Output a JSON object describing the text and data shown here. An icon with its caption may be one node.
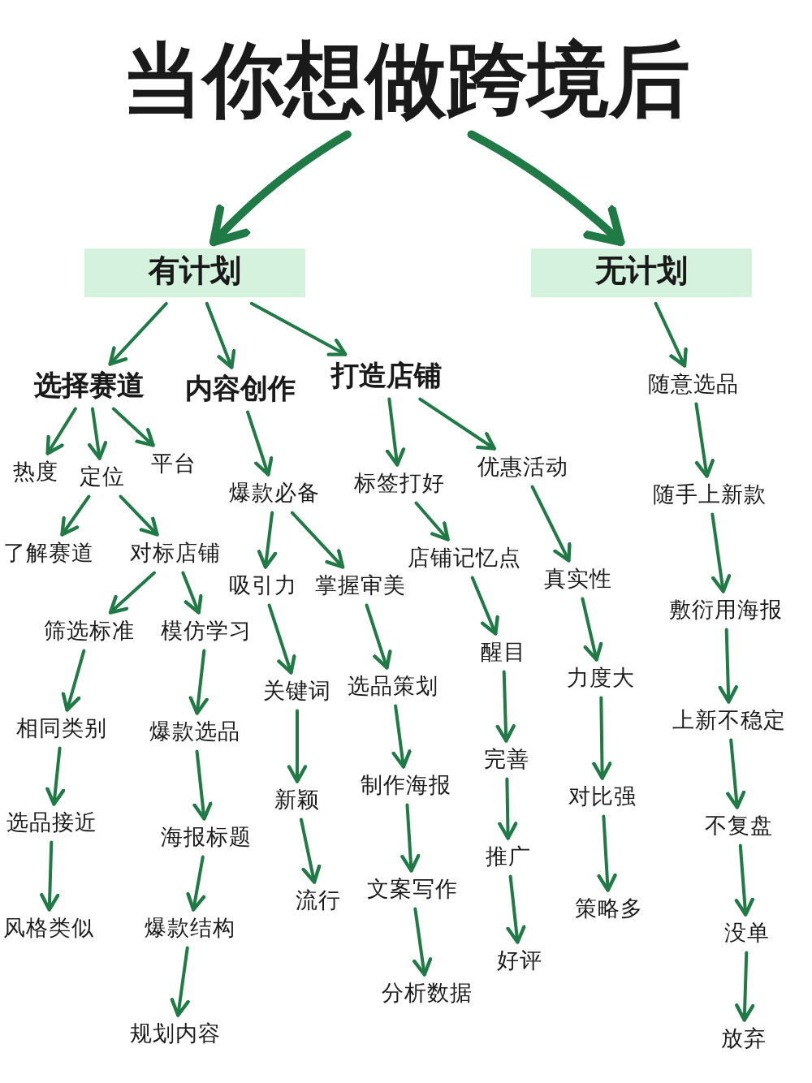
{
  "diagram": {
    "nodes": [
      {
        "text": [
          "当你想做跨境后"
        ]
      },
      {
        "text": [
          "有计划"
        ]
      },
      {
        "text": [
          "无计划"
        ]
      },
      {
        "text": [
          "选择赛道"
        ]
      },
      {
        "text": [
          "内容创作"
        ]
      },
      {
        "text": [
          "打造店铺"
        ]
      },
      {
        "text": [
          "热度"
        ]
      },
      {
        "text": [
          "定位"
        ]
      },
      {
        "text": [
          "平台"
        ]
      },
      {
        "text": [
          "爆款必备"
        ]
      },
      {
        "text": [
          "标签打好"
        ]
      },
      {
        "text": [
          "优惠活动"
        ]
      },
      {
        "text": [
          "了解赛道"
        ]
      },
      {
        "text": [
          "对标店铺"
        ]
      },
      {
        "text": [
          "吸引力"
        ]
      },
      {
        "text": [
          "掌握审美"
        ]
      },
      {
        "text": [
          "店铺记忆点"
        ]
      },
      {
        "text": [
          "真实性"
        ]
      },
      {
        "text": [
          "筛选标准"
        ]
      },
      {
        "text": [
          "模仿学习"
        ]
      },
      {
        "text": [
          "关键词"
        ]
      },
      {
        "text": [
          "选品策划"
        ]
      },
      {
        "text": [
          "醒目"
        ]
      },
      {
        "text": [
          "力度大"
        ]
      },
      {
        "text": [
          "相同类别"
        ]
      },
      {
        "text": [
          "爆款选品"
        ]
      },
      {
        "text": [
          "新颖"
        ]
      },
      {
        "text": [
          "制作海报"
        ]
      },
      {
        "text": [
          "完善"
        ]
      },
      {
        "text": [
          "对比强"
        ]
      },
      {
        "text": [
          "选品接近"
        ]
      },
      {
        "text": [
          "海报标题"
        ]
      },
      {
        "text": [
          "推广"
        ]
      },
      {
        "text": [
          "流行"
        ]
      },
      {
        "text": [
          "文案写作"
        ]
      },
      {
        "text": [
          "策略多"
        ]
      },
      {
        "text": [
          "风格类似"
        ]
      },
      {
        "text": [
          "爆款结构"
        ]
      },
      {
        "text": [
          "好评"
        ]
      },
      {
        "text": [
          "分析数据"
        ]
      },
      {
        "text": [
          "规划内容"
        ]
      },
      {
        "text": [
          "随意选品"
        ]
      },
      {
        "text": [
          "随手上新款"
        ]
      },
      {
        "text": [
          "敷衍用海报"
        ]
      },
      {
        "text": [
          "上新不稳定"
        ]
      },
      {
        "text": [
          "不复盘"
        ]
      },
      {
        "text": [
          "没单"
        ]
      },
      {
        "text": [
          "放弃"
        ]
      }
    ],
    "edges": [
      {
        "from": 0,
        "to": 1,
        "arrow": "to",
        "style": "thick"
      },
      {
        "from": 0,
        "to": 2,
        "arrow": "to",
        "style": "thick"
      },
      {
        "from": 1,
        "to": 3,
        "arrow": "to"
      },
      {
        "from": 1,
        "to": 4,
        "arrow": "to"
      },
      {
        "from": 1,
        "to": 5,
        "arrow": "to"
      },
      {
        "from": 3,
        "to": 6,
        "arrow": "to"
      },
      {
        "from": 3,
        "to": 7,
        "arrow": "to"
      },
      {
        "from": 3,
        "to": 8,
        "arrow": "to"
      },
      {
        "from": 7,
        "to": 12,
        "arrow": "to"
      },
      {
        "from": 7,
        "to": 13,
        "arrow": "to"
      },
      {
        "from": 13,
        "to": 18,
        "arrow": "to"
      },
      {
        "from": 13,
        "to": 19,
        "arrow": "to"
      },
      {
        "from": 18,
        "to": 24,
        "arrow": "to"
      },
      {
        "from": 24,
        "to": 30,
        "arrow": "to"
      },
      {
        "from": 30,
        "to": 36,
        "arrow": "to"
      },
      {
        "from": 19,
        "to": 25,
        "arrow": "to"
      },
      {
        "from": 25,
        "to": 31,
        "arrow": "to"
      },
      {
        "from": 31,
        "to": 37,
        "arrow": "to"
      },
      {
        "from": 37,
        "to": 40,
        "arrow": "to"
      },
      {
        "from": 4,
        "to": 9,
        "arrow": "to"
      },
      {
        "from": 9,
        "to": 14,
        "arrow": "to"
      },
      {
        "from": 9,
        "to": 15,
        "arrow": "to"
      },
      {
        "from": 14,
        "to": 20,
        "arrow": "to"
      },
      {
        "from": 20,
        "to": 26,
        "arrow": "to"
      },
      {
        "from": 26,
        "to": 33,
        "arrow": "to"
      },
      {
        "from": 15,
        "to": 21,
        "arrow": "to"
      },
      {
        "from": 21,
        "to": 27,
        "arrow": "to"
      },
      {
        "from": 27,
        "to": 34,
        "arrow": "to"
      },
      {
        "from": 34,
        "to": 39,
        "arrow": "to"
      },
      {
        "from": 5,
        "to": 10,
        "arrow": "to"
      },
      {
        "from": 5,
        "to": 11,
        "arrow": "to"
      },
      {
        "from": 10,
        "to": 16,
        "arrow": "to"
      },
      {
        "from": 16,
        "to": 22,
        "arrow": "to"
      },
      {
        "from": 22,
        "to": 28,
        "arrow": "to"
      },
      {
        "from": 28,
        "to": 32,
        "arrow": "to"
      },
      {
        "from": 32,
        "to": 38,
        "arrow": "to"
      },
      {
        "from": 11,
        "to": 17,
        "arrow": "to"
      },
      {
        "from": 17,
        "to": 23,
        "arrow": "to"
      },
      {
        "from": 23,
        "to": 29,
        "arrow": "to"
      },
      {
        "from": 29,
        "to": 35,
        "arrow": "to"
      },
      {
        "from": 2,
        "to": 41,
        "arrow": "to"
      },
      {
        "from": 41,
        "to": 42,
        "arrow": "to"
      },
      {
        "from": 42,
        "to": 43,
        "arrow": "to"
      },
      {
        "from": 43,
        "to": 44,
        "arrow": "to"
      },
      {
        "from": 44,
        "to": 45,
        "arrow": "to"
      },
      {
        "from": 45,
        "to": 46,
        "arrow": "to"
      },
      {
        "from": 46,
        "to": 47,
        "arrow": "to"
      }
    ]
  }
}
